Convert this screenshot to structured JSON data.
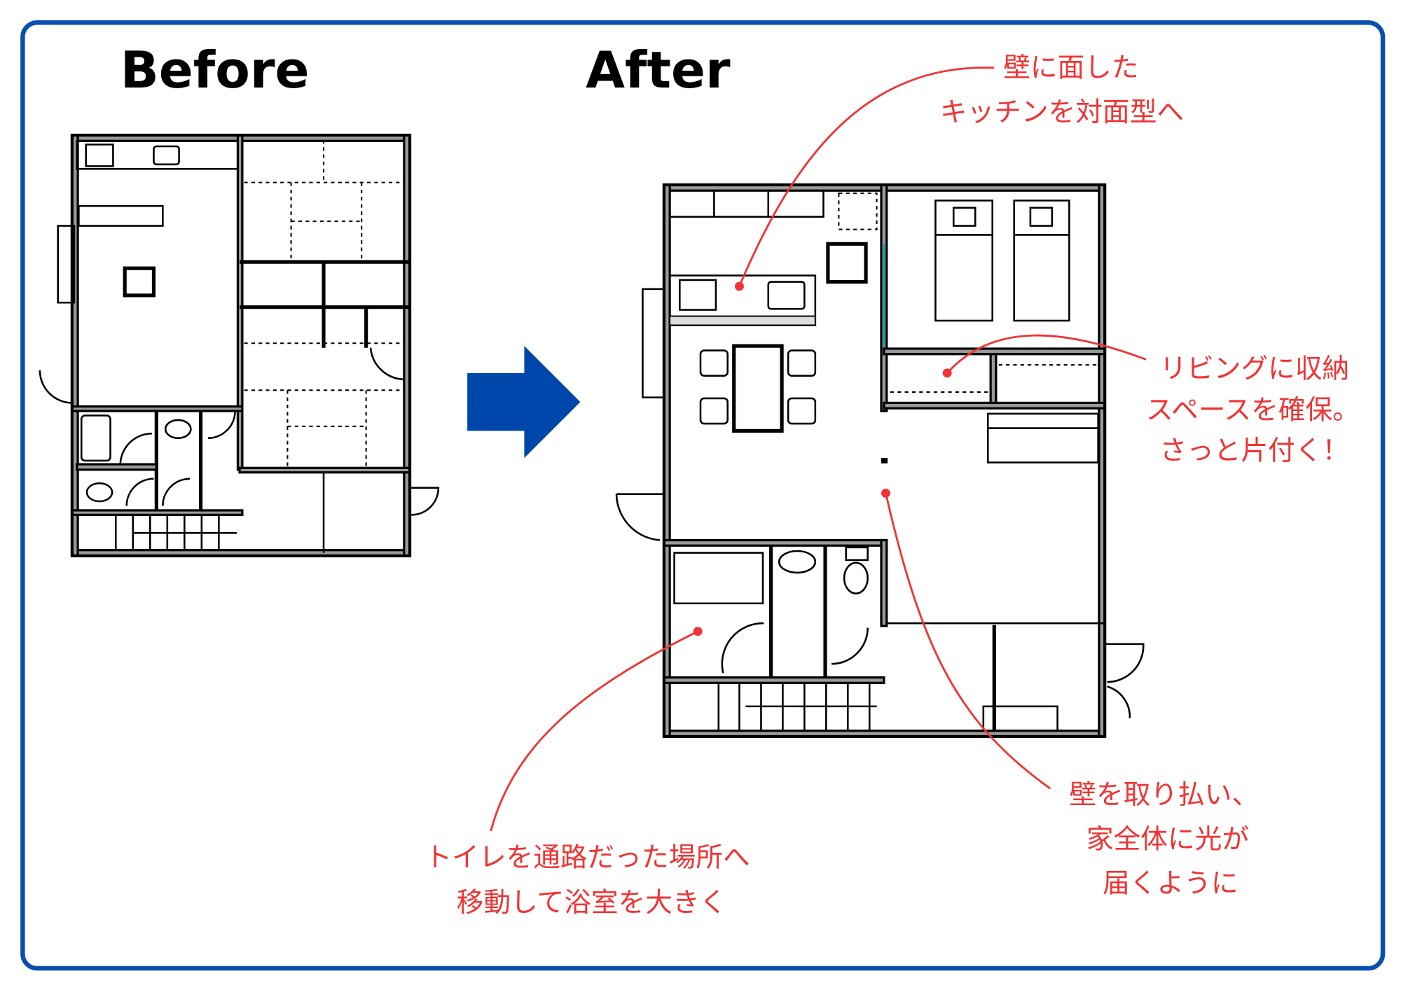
{
  "titles": {
    "before": "Before",
    "after": "After"
  },
  "annotations": {
    "kitchen": [
      "壁に面した",
      "キッチンを対面型へ"
    ],
    "storage": [
      "リビングに収納",
      "スペースを確保。",
      "さっと片付く！"
    ],
    "wall": [
      "壁を取り払い、",
      "家全体に光が",
      "届くように"
    ],
    "toilet": [
      "トイレを通路だった場所へ",
      "移動して浴室を大きく"
    ]
  },
  "colors": {
    "frame": "#0a4fb0",
    "arrow": "#0047ab",
    "annotation": "#f03434"
  }
}
